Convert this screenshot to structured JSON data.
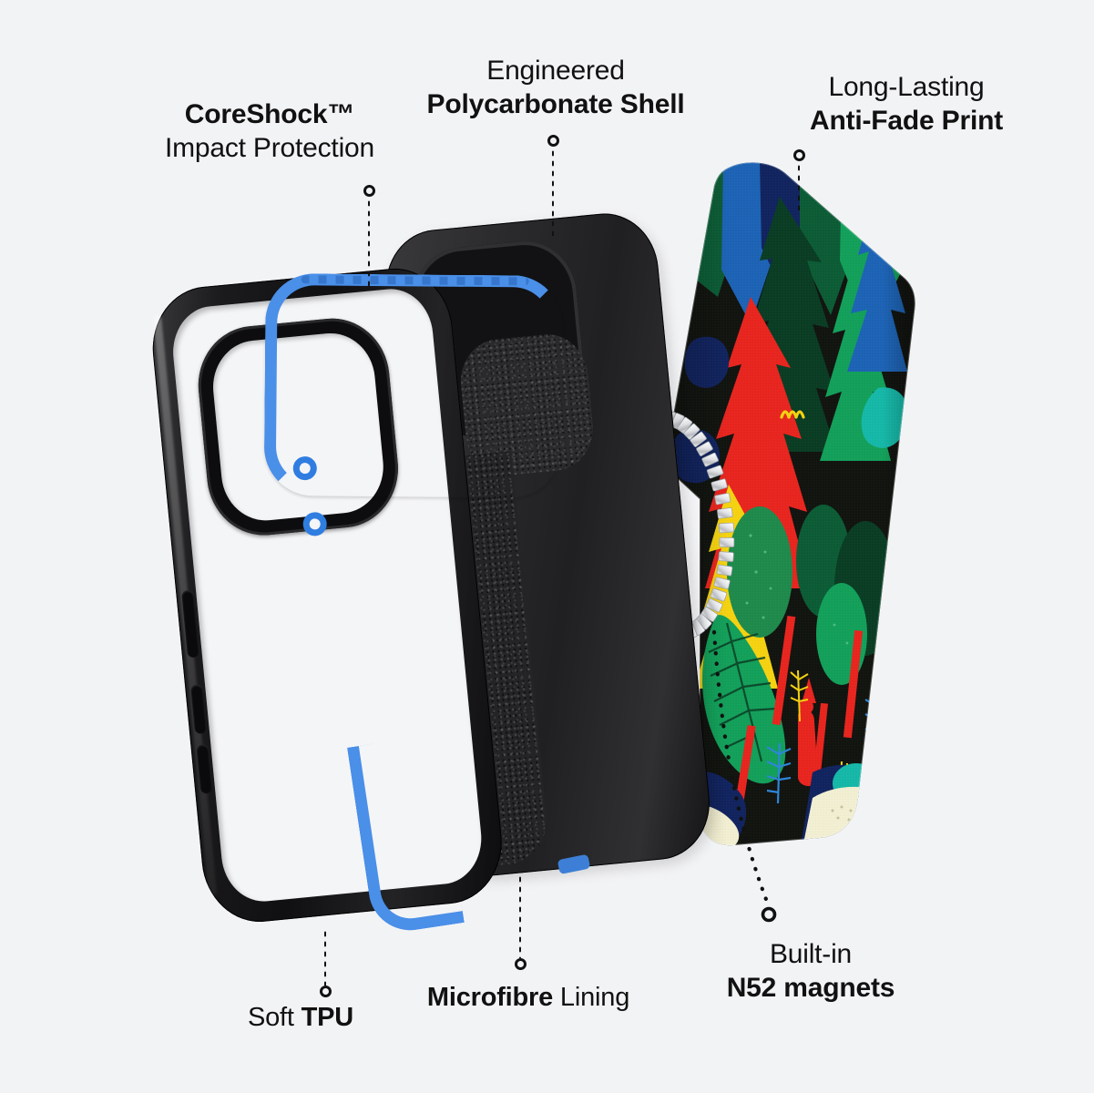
{
  "background_color": "#f2f3f5",
  "accent_blue": "#4a8fe8",
  "product": {
    "type": "exploded-view phone case diagram",
    "layers": [
      "TPU bumper frame",
      "Polycarbonate shell with microfibre lining",
      "N52 MagSafe magnet ring",
      "Printed anti-fade back plate"
    ]
  },
  "labels": {
    "coreshock": {
      "line1": "CoreShock™",
      "line1_weight": "bold",
      "line2": "Impact Protection",
      "line2_weight": "regular"
    },
    "polycarbonate": {
      "line1": "Engineered",
      "line1_weight": "regular",
      "line2": "Polycarbonate Shell",
      "line2_weight": "bold"
    },
    "antifade": {
      "line1": "Long-Lasting",
      "line1_weight": "regular",
      "line2": "Anti-Fade Print",
      "line2_weight": "bold"
    },
    "tpu": {
      "line1_a": "Soft ",
      "line1_b": "TPU"
    },
    "microfibre": {
      "line1_a": "Microfibre",
      "line1_b": " Lining"
    },
    "n52": {
      "line1": "Built-in",
      "line1_weight": "regular",
      "line2": "N52 magnets",
      "line2_weight": "bold"
    }
  },
  "print_colors": {
    "base_dark": "#121410",
    "red": "#e8251f",
    "green": "#13a05a",
    "dark_green": "#0c5c36",
    "mid_green": "#1f8a4c",
    "blue": "#1d63b5",
    "navy": "#12245f",
    "teal": "#16b8a8",
    "yellow": "#f5d211",
    "cream": "#f2efd2",
    "sky": "#2d86d8"
  },
  "case_colors": {
    "tpu_black": "#131315",
    "shell_black": "#252527",
    "microfibre": "#2a2a2c",
    "magnet_silver": "#e6e7e9",
    "blue_accent": "#4a8fe8"
  }
}
